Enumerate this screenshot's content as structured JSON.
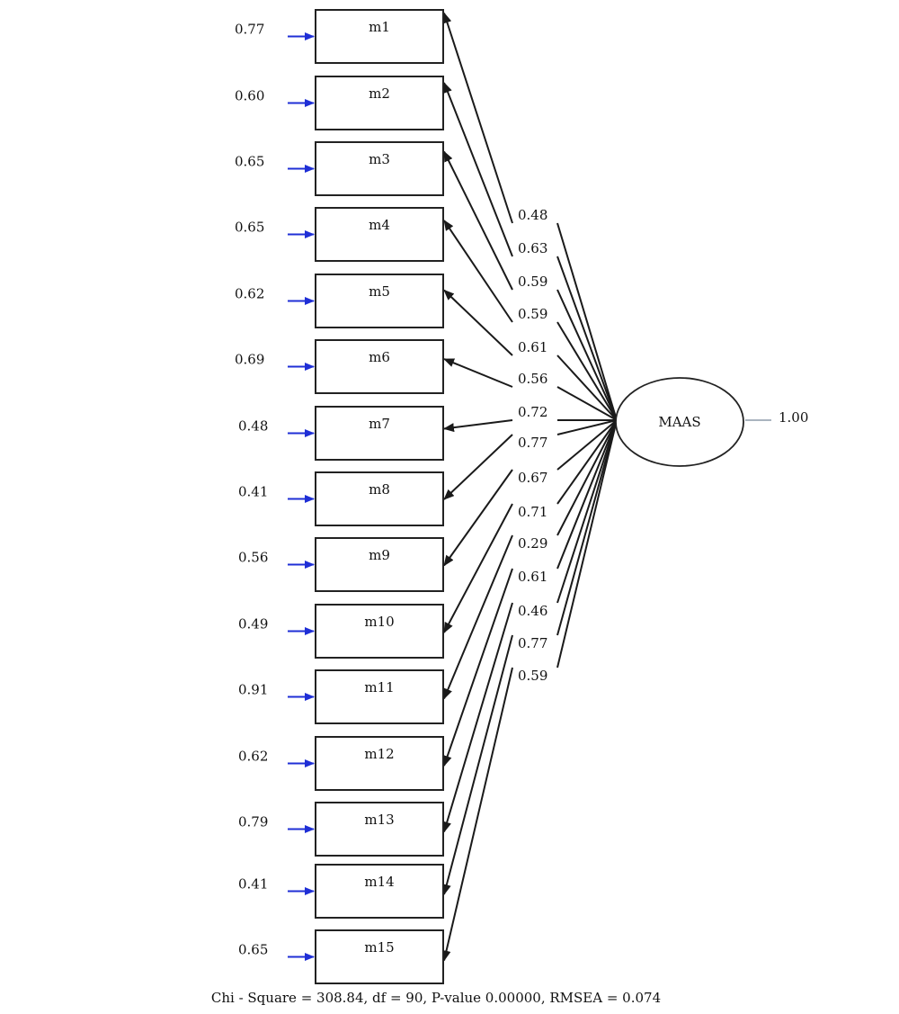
{
  "latent": {
    "label": "MAAS",
    "variance": "1.00"
  },
  "indicators": [
    {
      "label": "m1",
      "error": "0.77",
      "loading": "0.48"
    },
    {
      "label": "m2",
      "error": "0.60",
      "loading": "0.63"
    },
    {
      "label": "m3",
      "error": "0.65",
      "loading": "0.59"
    },
    {
      "label": "m4",
      "error": "0.65",
      "loading": "0.59"
    },
    {
      "label": "m5",
      "error": "0.62",
      "loading": "0.61"
    },
    {
      "label": "m6",
      "error": "0.69",
      "loading": "0.56"
    },
    {
      "label": "m7",
      "error": "0.48",
      "loading": "0.72"
    },
    {
      "label": "m8",
      "error": "0.41",
      "loading": "0.77"
    },
    {
      "label": "m9",
      "error": "0.56",
      "loading": "0.67"
    },
    {
      "label": "m10",
      "error": "0.49",
      "loading": "0.71"
    },
    {
      "label": "m11",
      "error": "0.91",
      "loading": "0.29"
    },
    {
      "label": "m12",
      "error": "0.62",
      "loading": "0.61"
    },
    {
      "label": "m13",
      "error": "0.79",
      "loading": "0.46"
    },
    {
      "label": "m14",
      "error": "0.41",
      "loading": "0.77"
    },
    {
      "label": "m15",
      "error": "0.65",
      "loading": "0.59"
    }
  ],
  "fit_statistics": "Chi - Square = 308.84, df = 90, P-value 0.00000, RMSEA = 0.074",
  "colors": {
    "error_arrow": "#1f2fd6",
    "path": "#1a1a1a"
  }
}
